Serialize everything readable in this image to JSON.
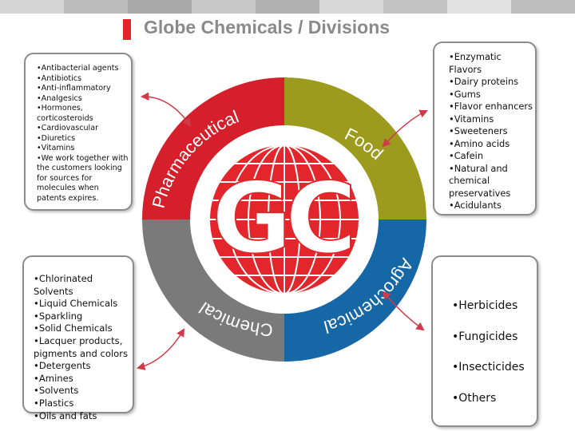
{
  "title": "Globe Chemicals / Divisions",
  "colors": {
    "accent_red": "#e3262b",
    "pharmaceutical": "#d51f2a",
    "food": "#9d9b1e",
    "agrochemical": "#1667a6",
    "chemical": "#7a7a7a",
    "title_text": "#8a8a8a",
    "top_strip": [
      "#d4d4d4",
      "#bcbcbc",
      "#a8a8a8",
      "#c7c7c7",
      "#b0b0b0",
      "#d8d8d8",
      "#c2c2c2",
      "#e2e2e2",
      "#bdbdbd"
    ]
  },
  "ring_labels": {
    "pharmaceutical": "Pharmaceutical",
    "food": "Food",
    "agrochemical": "Agrochemical",
    "chemical": "Chemical"
  },
  "logo_text": "GC",
  "pharmaceutical_items": [
    "•Antibacterial agents",
    "•Antibiotics",
    "•Anti-inflammatory",
    "•Analgesics",
    "•Hormones, corticosteroids",
    "•Cardiovascular",
    "•Diuretics",
    "•Vitamins",
    "•We work together with the customers looking for sources for molecules when patents expires."
  ],
  "food_items": [
    "•Enzymatic Flavors",
    "•Dairy proteins",
    "•Gums",
    "•Flavor enhancers",
    "•Vitamins",
    "•Sweeteners",
    "•Amino acids",
    "•Cafein",
    "•Natural and chemical preservatives",
    "•Acidulants"
  ],
  "chemical_items": [
    "•Chlorinated Solvents",
    "•Liquid Chemicals",
    "•Sparkling",
    "•Solid Chemicals",
    "•Lacquer products, pigments and colors",
    "•Detergents",
    "•Amines",
    "•Solvents",
    "•Plastics",
    "•Oils and fats"
  ],
  "agrochemical_items": [
    "•Herbicides",
    "•Fungicides",
    "•Insecticides",
    "•Others"
  ]
}
